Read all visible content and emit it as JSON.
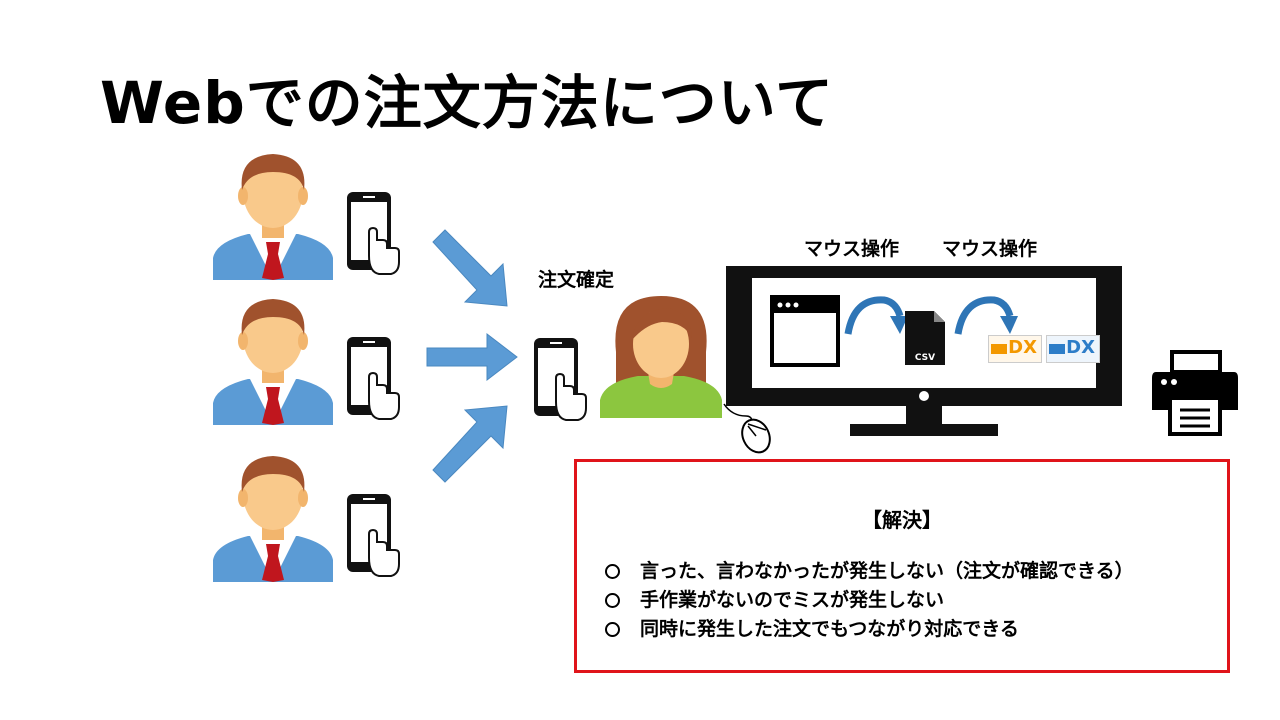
{
  "title": "Webでの注文方法について",
  "labels": {
    "order_confirm": "注文確定",
    "mouse_op_1": "マウス操作",
    "mouse_op_2": "マウス操作",
    "csv": "CSV",
    "dx": "DX"
  },
  "solution": {
    "heading": "【解決】",
    "items": [
      "言った、言わなかったが発生しない（注文が確認できる）",
      "手作業がないのでミスが発生しない",
      "同時に発生した注文でもつながり対応できる"
    ]
  },
  "colors": {
    "arrow_blue": "#5b9bd5",
    "box_red": "#e0141a",
    "skin": "#f9c98b",
    "hair_male": "#a0522d",
    "shirt_blue": "#5b9bd5",
    "tie_red": "#c0161e",
    "woman_shirt": "#8cc63f",
    "dx_orange": "#f39800",
    "dx_blue": "#2d7dc8"
  },
  "icons": [
    "customer-icon",
    "smartphone-icon",
    "arrow-icon",
    "staff-icon",
    "mouse-icon",
    "monitor-icon",
    "browser-window-icon",
    "csv-file-icon",
    "curved-arrow-icon",
    "dx-software-icon",
    "printer-icon"
  ]
}
